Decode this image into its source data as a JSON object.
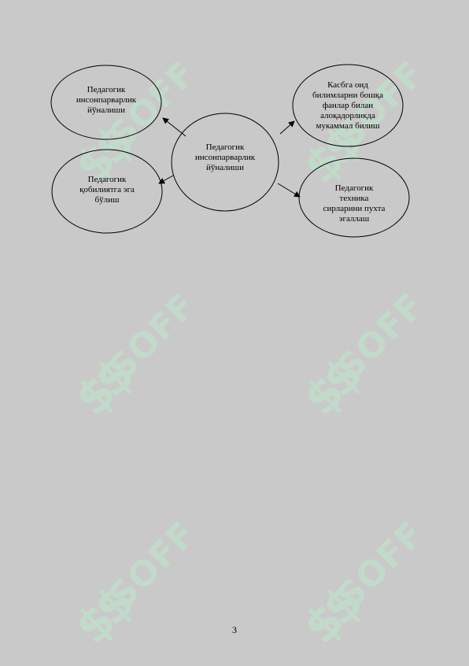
{
  "diagram": {
    "center": "Педагогик\nинсонпарварлик\nйўналиши",
    "top_left": "Педагогик\nинсонпарварлик\nйўналиши",
    "bottom_left": "Педагогик\nқобилиятга эга\nбўлиш",
    "top_right": "Касбга оид\nбилимларни бошқа\nфанлар билан\nалоқадорликда\nмукаммал билиш",
    "bottom_right": "Педагогик\nтехника\nсирларини пухта\nэгаллаш"
  },
  "watermark": {
    "logo": "$$",
    "text": "SOFF",
    "color": "#c2dccb"
  },
  "page_number": "3"
}
